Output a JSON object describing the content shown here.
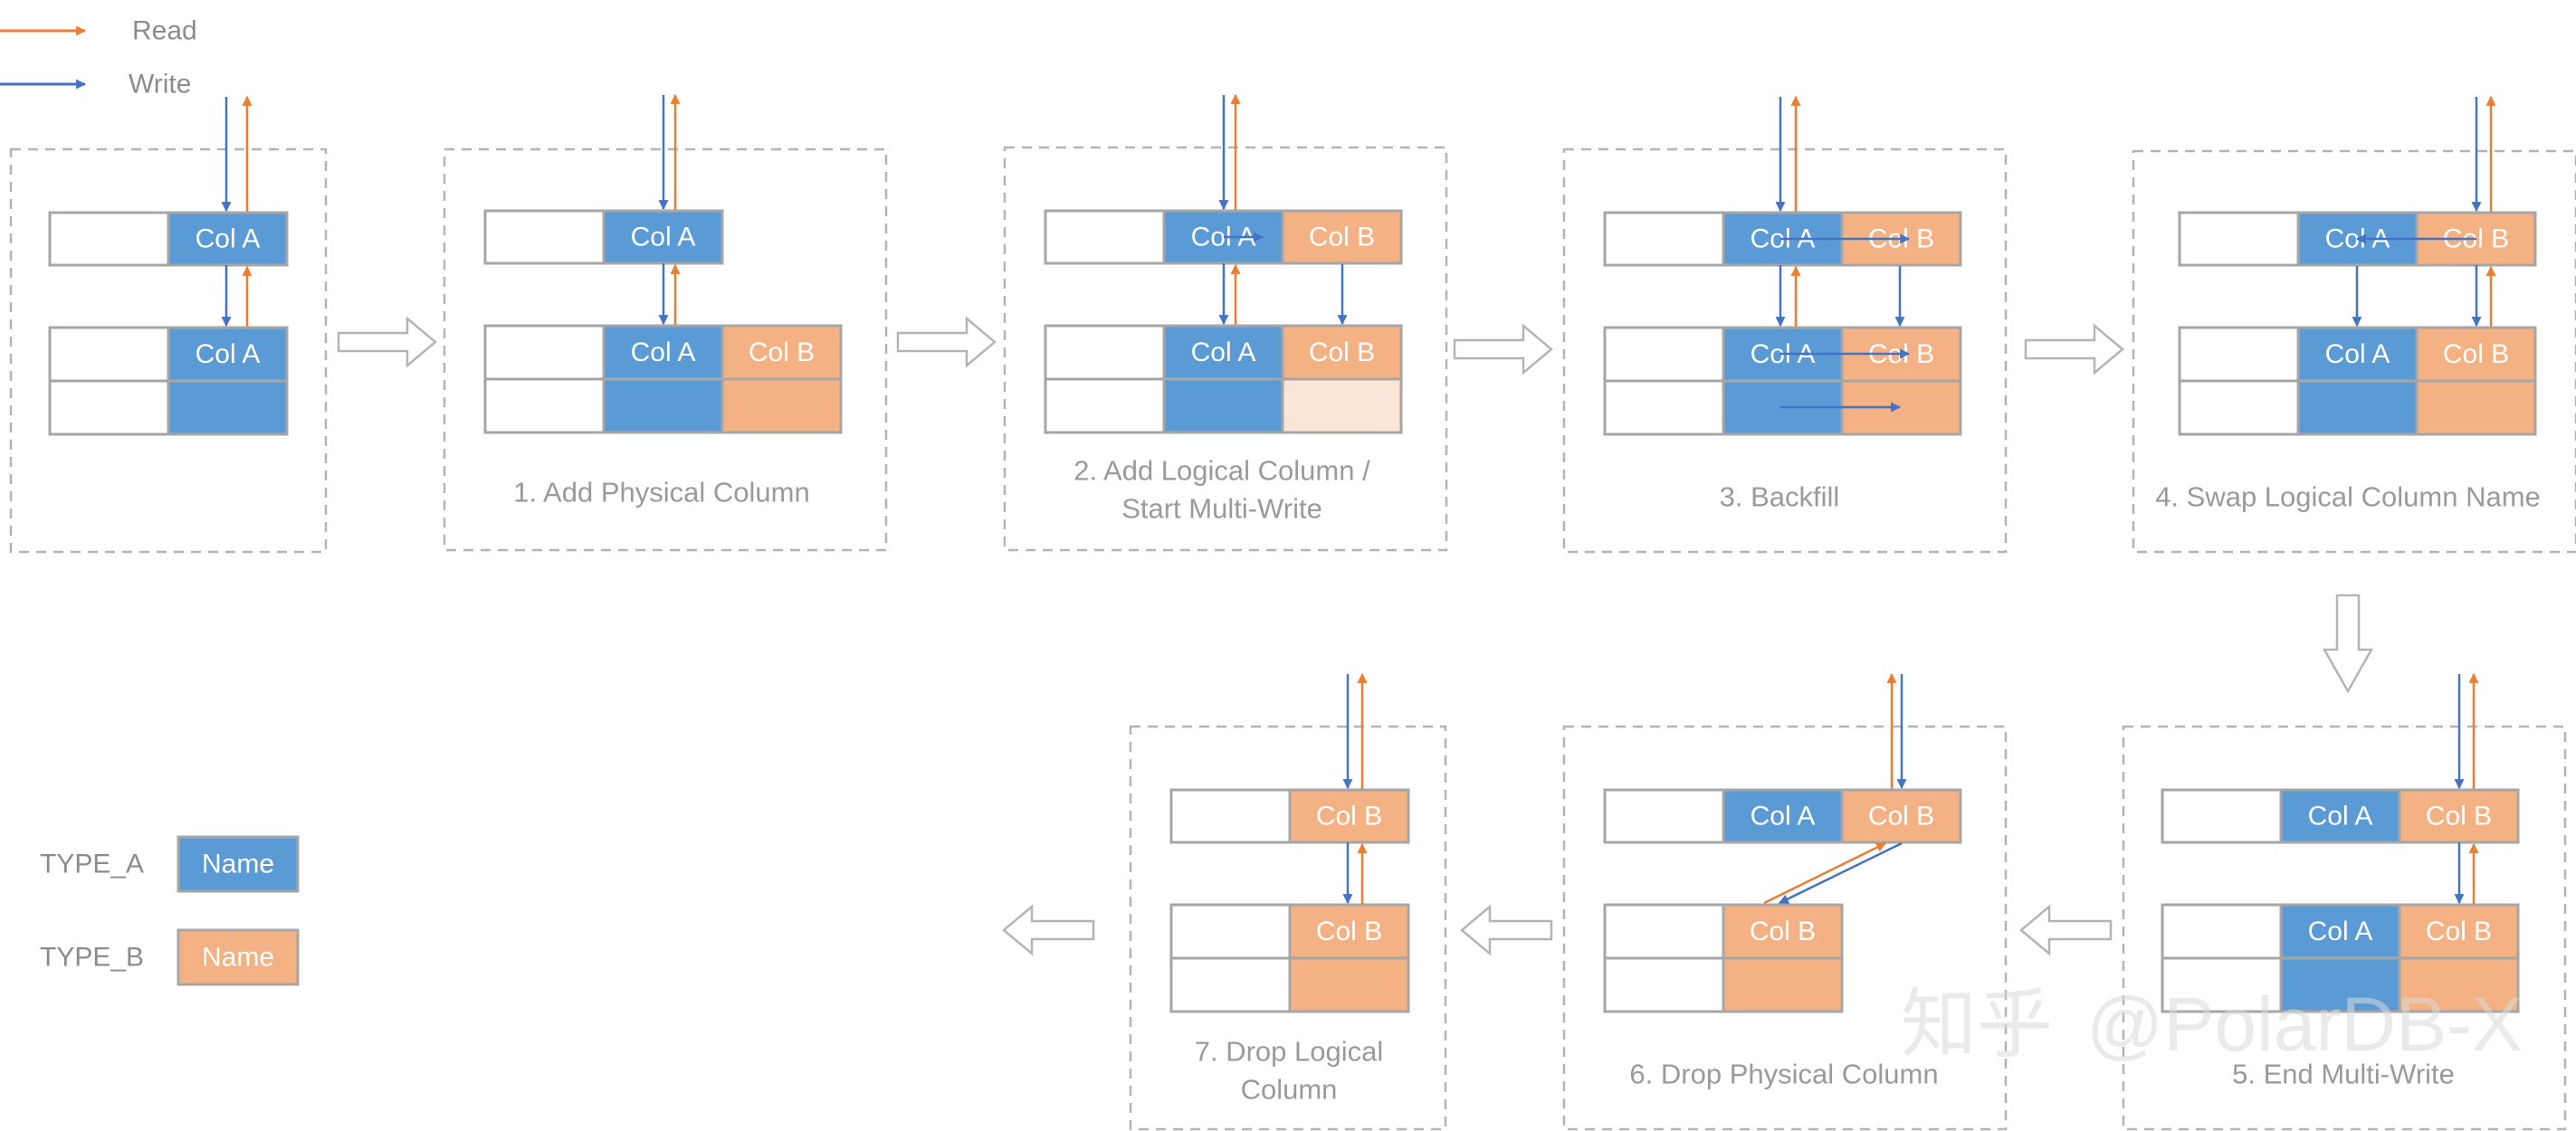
{
  "legend": {
    "read": "Read",
    "write": "Write",
    "type_a": "TYPE_A",
    "type_b": "TYPE_B",
    "name": "Name"
  },
  "cells": {
    "col_a": "Col A",
    "col_b": "Col B"
  },
  "steps": {
    "s1": "1. Add Physical Column",
    "s2_line1": "2. Add Logical Column /",
    "s2_line2": "Start Multi-Write",
    "s3": "3. Backfill",
    "s4": "4. Swap Logical Column Name",
    "s5": "5. End Multi-Write",
    "s6": "6. Drop Physical Column",
    "s7_line1": "7. Drop Logical",
    "s7_line2": "Column"
  },
  "watermark": {
    "icon": "知乎",
    "handle": "@PolarDB-X"
  },
  "colors": {
    "type_a": "#5B9BD5",
    "type_b": "#F4B183",
    "type_b_light": "#FBE5D6",
    "read": "#ED7D31",
    "write": "#4472C4",
    "cell_border": "#A6A6A6",
    "frame": "#B4B4B4",
    "caption": "#9A9A9A"
  }
}
